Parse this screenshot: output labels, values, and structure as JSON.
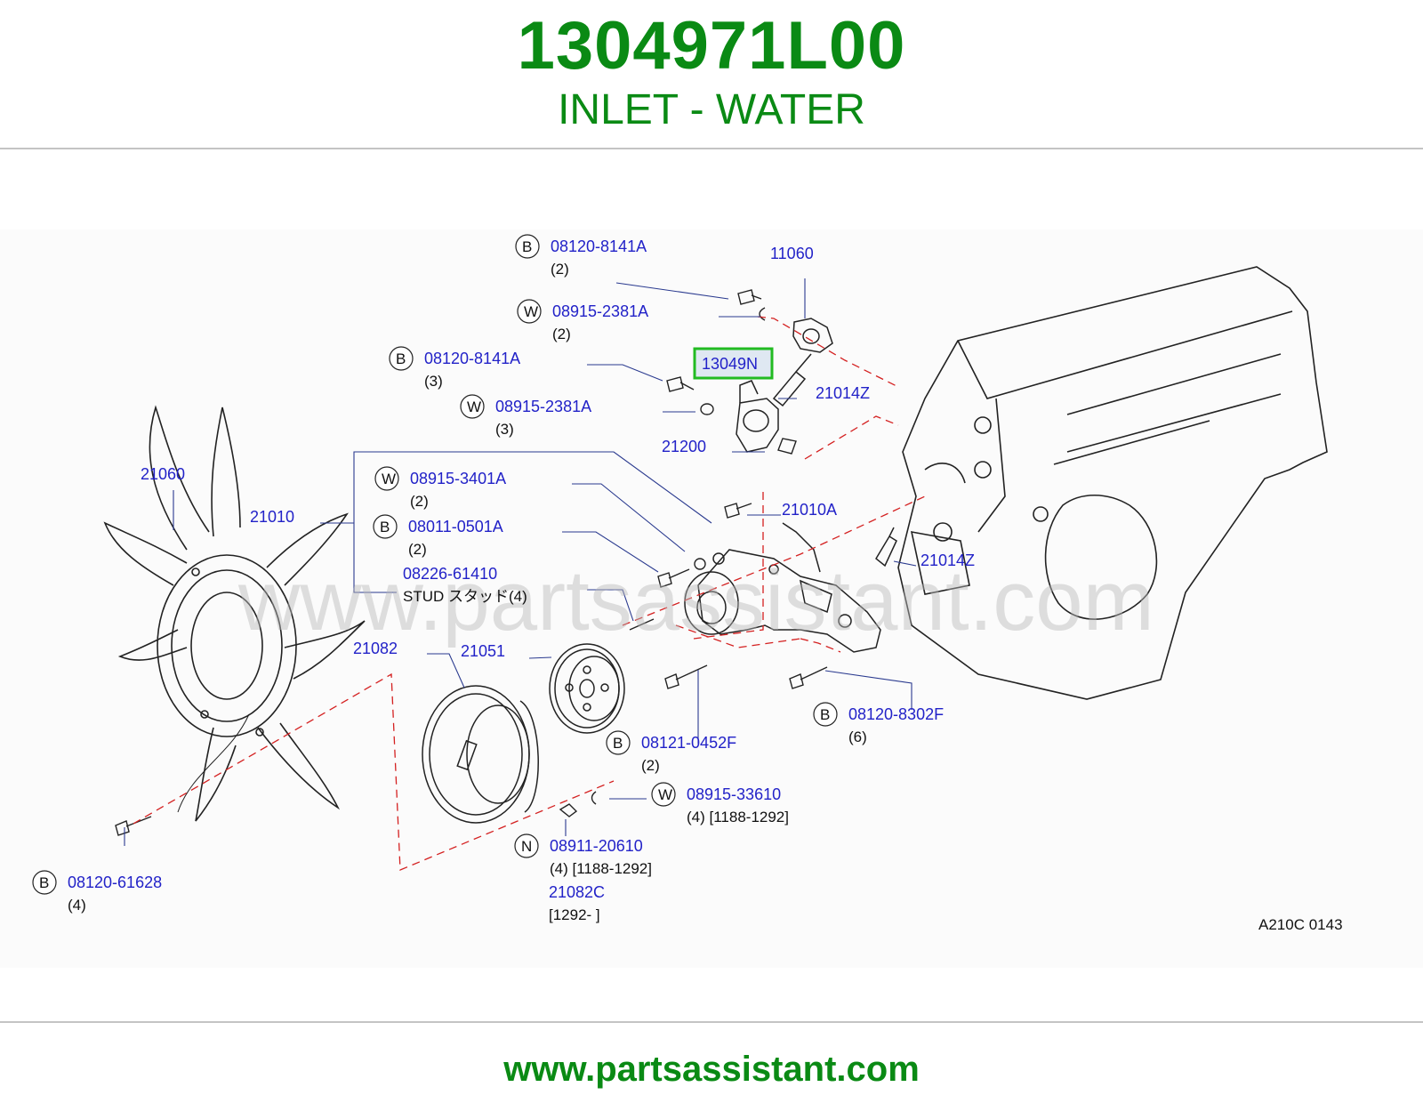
{
  "header": {
    "part_number": "1304971L00",
    "part_name": "INLET - WATER"
  },
  "diagram": {
    "watermark": "www.partsassistant.com",
    "diagram_code": "A210C   0143",
    "highlighted_callout": "13049N",
    "callouts": [
      {
        "id": "c1",
        "letter": "B",
        "number": "08120-8141A",
        "qty": "(2)"
      },
      {
        "id": "c2",
        "letter": "",
        "number": "11060",
        "qty": ""
      },
      {
        "id": "c3",
        "letter": "W",
        "number": "08915-2381A",
        "qty": "(2)"
      },
      {
        "id": "c4",
        "letter": "B",
        "number": "08120-8141A",
        "qty": "(3)"
      },
      {
        "id": "c5",
        "letter": "",
        "number": "21014Z",
        "qty": ""
      },
      {
        "id": "c6",
        "letter": "W",
        "number": "08915-2381A",
        "qty": "(3)"
      },
      {
        "id": "c7",
        "letter": "",
        "number": "21200",
        "qty": ""
      },
      {
        "id": "c8",
        "letter": "",
        "number": "21060",
        "qty": ""
      },
      {
        "id": "c9",
        "letter": "W",
        "number": "08915-3401A",
        "qty": "(2)"
      },
      {
        "id": "c10",
        "letter": "",
        "number": "21010",
        "qty": ""
      },
      {
        "id": "c11",
        "letter": "",
        "number": "21010A",
        "qty": ""
      },
      {
        "id": "c12",
        "letter": "B",
        "number": "08011-0501A",
        "qty": "(2)"
      },
      {
        "id": "c13",
        "letter": "",
        "number": "21014Z",
        "qty": ""
      },
      {
        "id": "c14",
        "letter": "",
        "number": "08226-61410",
        "qty": "STUD      スタッド(4)"
      },
      {
        "id": "c15",
        "letter": "",
        "number": "21082",
        "qty": ""
      },
      {
        "id": "c16",
        "letter": "",
        "number": "21051",
        "qty": ""
      },
      {
        "id": "c17",
        "letter": "B",
        "number": "08120-8302F",
        "qty": "(6)"
      },
      {
        "id": "c18",
        "letter": "B",
        "number": "08121-0452F",
        "qty": "(2)"
      },
      {
        "id": "c19",
        "letter": "W",
        "number": "08915-33610",
        "qty": "(4)       [1188-1292]"
      },
      {
        "id": "c20",
        "letter": "N",
        "number": "08911-20610",
        "qty": "(4)      [1188-1292]"
      },
      {
        "id": "c21",
        "letter": "",
        "number": "21082C",
        "qty": "[1292-               ]"
      },
      {
        "id": "c22",
        "letter": "B",
        "number": "08120-61628",
        "qty": "(4)"
      }
    ]
  },
  "footer": {
    "website": "www.partsassistant.com"
  }
}
